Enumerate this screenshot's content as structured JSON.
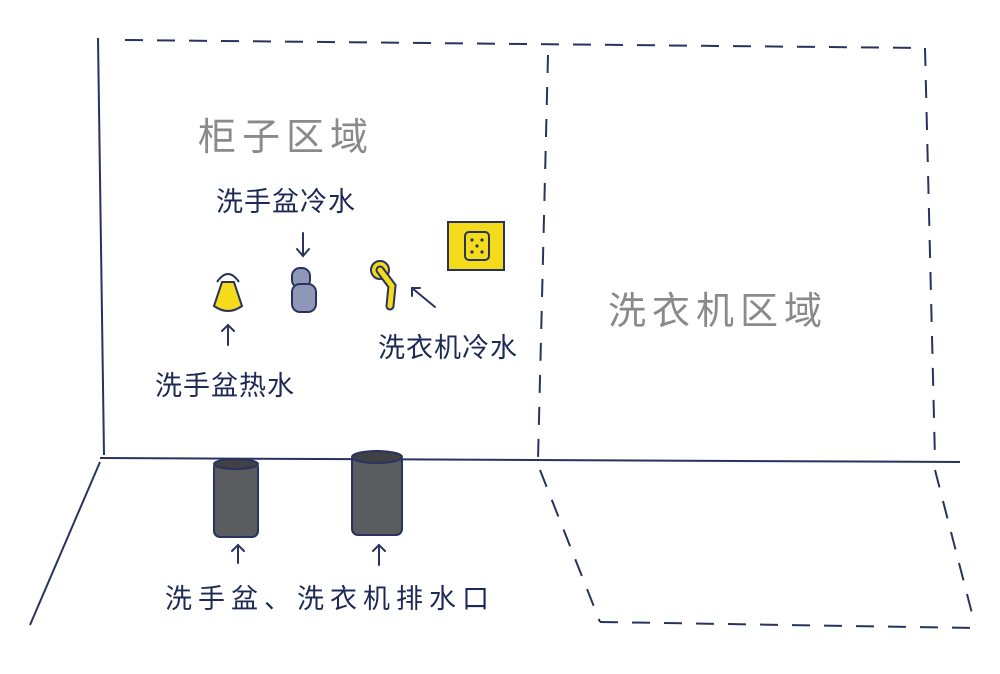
{
  "zones": {
    "cabinet": "柜子区域",
    "washer": "洗衣机区域"
  },
  "labels": {
    "basin_cold": "洗手盆冷水",
    "basin_hot": "洗手盆热水",
    "washer_cold": "洗衣机冷水",
    "drains": "洗手盆、洗衣机排水口"
  },
  "colors": {
    "ink": "#1e2a55",
    "yellow": "#f4dc1a",
    "cold_valve": "#8f97b8",
    "drain_pipe": "#5a5c5f"
  }
}
